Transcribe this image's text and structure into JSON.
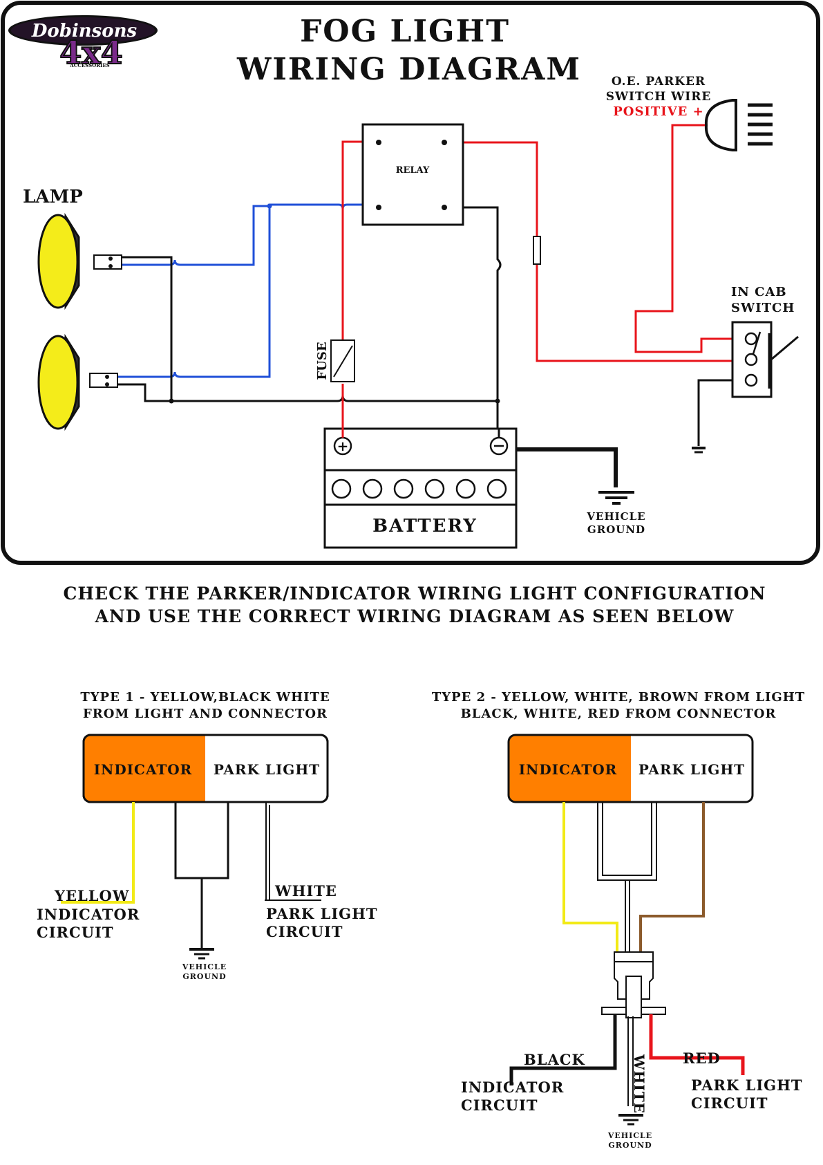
{
  "brand": {
    "name": "Dobinsons",
    "sub": "4x4",
    "tag": "ACCESSORIES"
  },
  "title": {
    "line1": "FOG LIGHT",
    "line2": "WIRING DIAGRAM"
  },
  "top": {
    "lamp": "LAMP",
    "relay": "RELAY",
    "fuse": "FUSE",
    "battery": "BATTERY",
    "ground1": "VEHICLE",
    "ground2": "GROUND",
    "parker1": "O.E. PARKER",
    "parker2": "SWITCH WIRE",
    "positive": "POSITIVE +",
    "switch1": "IN CAB",
    "switch2": "SWITCH"
  },
  "notice": {
    "line1": "CHECK THE PARKER/INDICATOR WIRING LIGHT CONFIGURATION",
    "line2": "AND USE THE CORRECT WIRING DIAGRAM AS SEEN BELOW"
  },
  "type1": {
    "head1": "TYPE 1 - YELLOW,BLACK WHITE",
    "head2": "FROM LIGHT AND CONNECTOR",
    "indicator": "INDICATOR",
    "park": "PARK LIGHT",
    "yellow": "YELLOW",
    "ind1": "INDICATOR",
    "ind2": "CIRCUIT",
    "white": "WHITE",
    "park1": "PARK LIGHT",
    "park2": "CIRCUIT",
    "gnd1": "VEHICLE",
    "gnd2": "GROUND"
  },
  "type2": {
    "head1": "TYPE 2 - YELLOW, WHITE, BROWN FROM LIGHT",
    "head2": "BLACK, WHITE, RED FROM CONNECTOR",
    "indicator": "INDICATOR",
    "park": "PARK LIGHT",
    "black": "BLACK",
    "white": "WHITE",
    "red": "RED",
    "ind1": "INDICATOR",
    "ind2": "CIRCUIT",
    "park1": "PARK LIGHT",
    "park2": "CIRCUIT",
    "gnd1": "VEHICLE",
    "gnd2": "GROUND"
  },
  "colors": {
    "red": "#e8141b",
    "blue": "#1f4fd8",
    "black": "#111111",
    "yellow": "#f2ea16",
    "lamp": "#f4ec1a",
    "orange": "#ff7f00",
    "brown": "#8b5a2b",
    "purple": "#7a2a8a"
  }
}
